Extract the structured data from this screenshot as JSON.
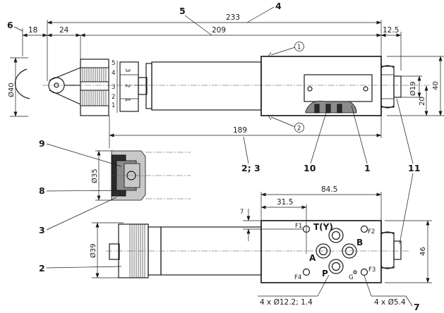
{
  "dimensions": {
    "d_233": "233",
    "d_209": "209",
    "d_18": "18",
    "d_24": "24",
    "d_12_5": "12.5",
    "d_dia40": "Ø40",
    "d_dia19": "Ø19",
    "d_40": "40",
    "d_20": "20",
    "d_189": "189",
    "d_dia35": "Ø35",
    "d_84_5": "84.5",
    "d_31_5": "31.5",
    "d_7": "7",
    "d_dia39": "Ø39",
    "d_46": "46",
    "holes_large": "4 x Ø12.2; 1.4",
    "holes_small": "4 x Ø5.4"
  },
  "ports": {
    "t": "T(Y)",
    "a": "A",
    "b": "B",
    "p": "P",
    "f1": "F1",
    "f2": "F2",
    "f3": "F3",
    "f4": "F4",
    "g": "G"
  },
  "callouts": {
    "c1": "1",
    "c2": "2",
    "c23": "2; 3",
    "c3": "3",
    "c4": "4",
    "c5": "5",
    "c6": "6",
    "c7": "7",
    "c8": "8",
    "c9": "9",
    "c10": "10",
    "c11": "11"
  },
  "circled": {
    "one": "1",
    "two": "2"
  },
  "scale": {
    "n1": "1",
    "n2": "2",
    "n3": "3",
    "n4": "4",
    "n5": "5",
    "k1": "1",
    "k2": "2",
    "k3": "3"
  }
}
